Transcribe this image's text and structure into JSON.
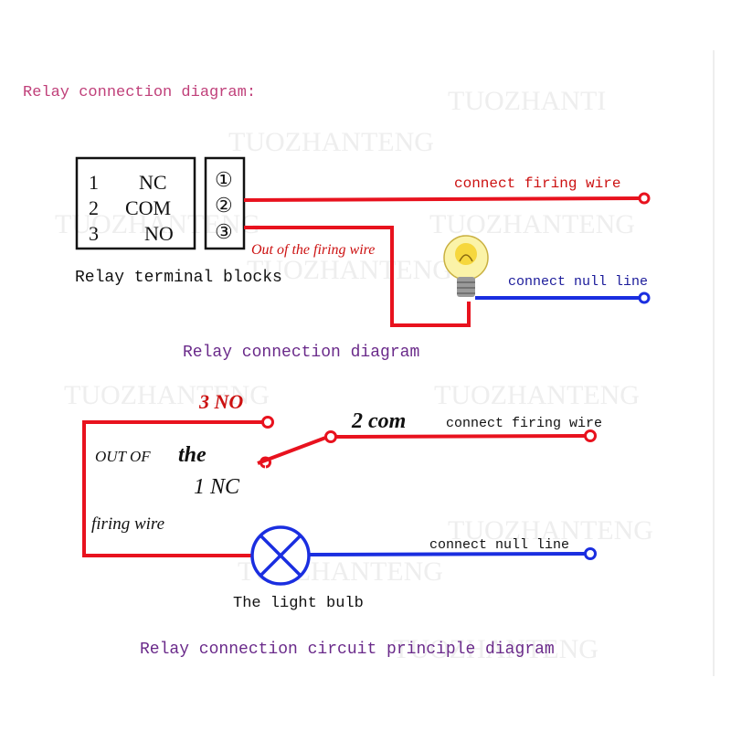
{
  "colors": {
    "red_wire": "#e8121e",
    "blue_wire": "#1a2ee0",
    "pink_text": "#c0407a",
    "purple_text": "#6a2a8a",
    "red_text": "#cc1111"
  },
  "watermarks": [
    "TUOZHANTENG",
    "TUOZHANTI",
    "TUOZHANTENG",
    "TUOZHANTENG",
    "TUOZHANTENG",
    "TUOZHANTENG",
    "TUOZHANTENG",
    "TUOZHANTENG",
    "TUOZHANTENG",
    "TUOZHANTENG"
  ],
  "top": {
    "heading": "Relay connection diagram:",
    "terminal_rows": [
      {
        "num": "1",
        "label": "NC"
      },
      {
        "num": "2",
        "label": "COM"
      },
      {
        "num": "3",
        "label": "NO"
      }
    ],
    "terminal_symbols": [
      "①",
      "②",
      "③"
    ],
    "terminal_caption": "Relay terminal blocks",
    "connect_firing_wire": "connect firing wire",
    "out_of_firing_wire": "Out of the firing wire",
    "connect_null_line": "connect null line",
    "caption": "Relay connection diagram"
  },
  "bottom": {
    "no_label": "3 NO",
    "com_label": "2 com",
    "connect_firing_wire": "connect firing wire",
    "out_of_the_small": "OUT OF",
    "out_of_the_the": "the",
    "nc_label": "1 NC",
    "firing_wire": "firing wire",
    "connect_null_line": "connect null line",
    "bulb_label": "The light bulb",
    "caption": "Relay connection circuit principle diagram"
  }
}
